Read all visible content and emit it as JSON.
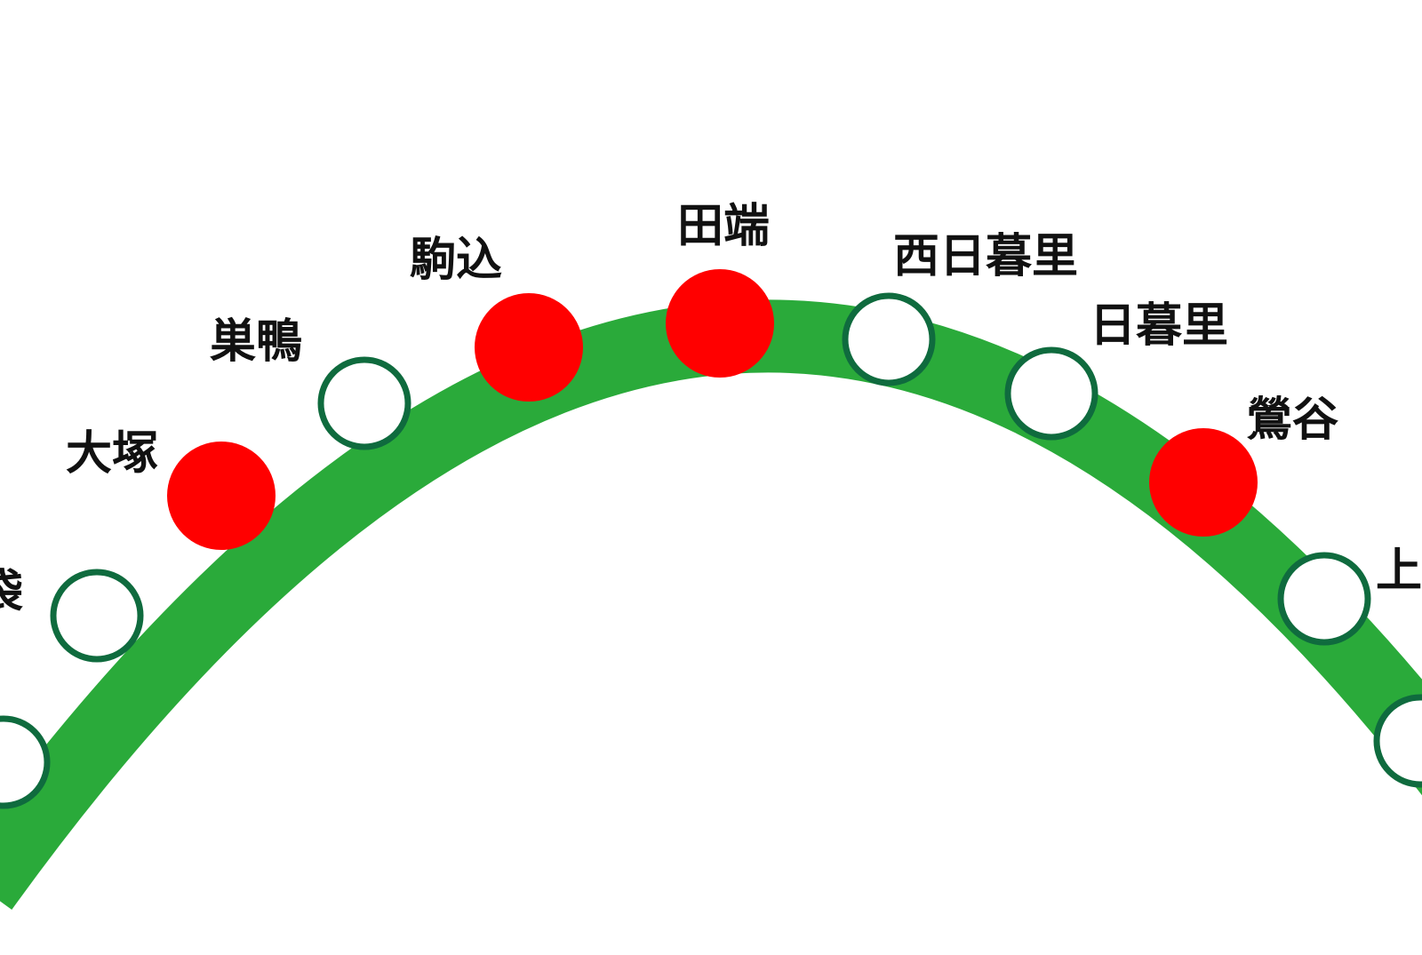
{
  "line": {
    "color": "#2aaa3a"
  },
  "marker_colors": {
    "highlighted_fill": "#ff0000",
    "normal_fill": "#ffffff",
    "normal_outline": "#0f6b3e"
  },
  "stations": [
    {
      "id": "partial-left-lower",
      "label": "",
      "highlighted": false
    },
    {
      "id": "ikebukuro",
      "label": "袋",
      "highlighted": false
    },
    {
      "id": "otsuka",
      "label": "大塚",
      "highlighted": true
    },
    {
      "id": "sugamo",
      "label": "巣鴨",
      "highlighted": false
    },
    {
      "id": "komagome",
      "label": "駒込",
      "highlighted": true
    },
    {
      "id": "tabata",
      "label": "田端",
      "highlighted": true
    },
    {
      "id": "nishi-nippori",
      "label": "西日暮里",
      "highlighted": false
    },
    {
      "id": "nippori",
      "label": "日暮里",
      "highlighted": false
    },
    {
      "id": "uguisudani",
      "label": "鶯谷",
      "highlighted": true
    },
    {
      "id": "ueno",
      "label": "上",
      "highlighted": false
    },
    {
      "id": "partial-right-lower",
      "label": "",
      "highlighted": false
    }
  ]
}
